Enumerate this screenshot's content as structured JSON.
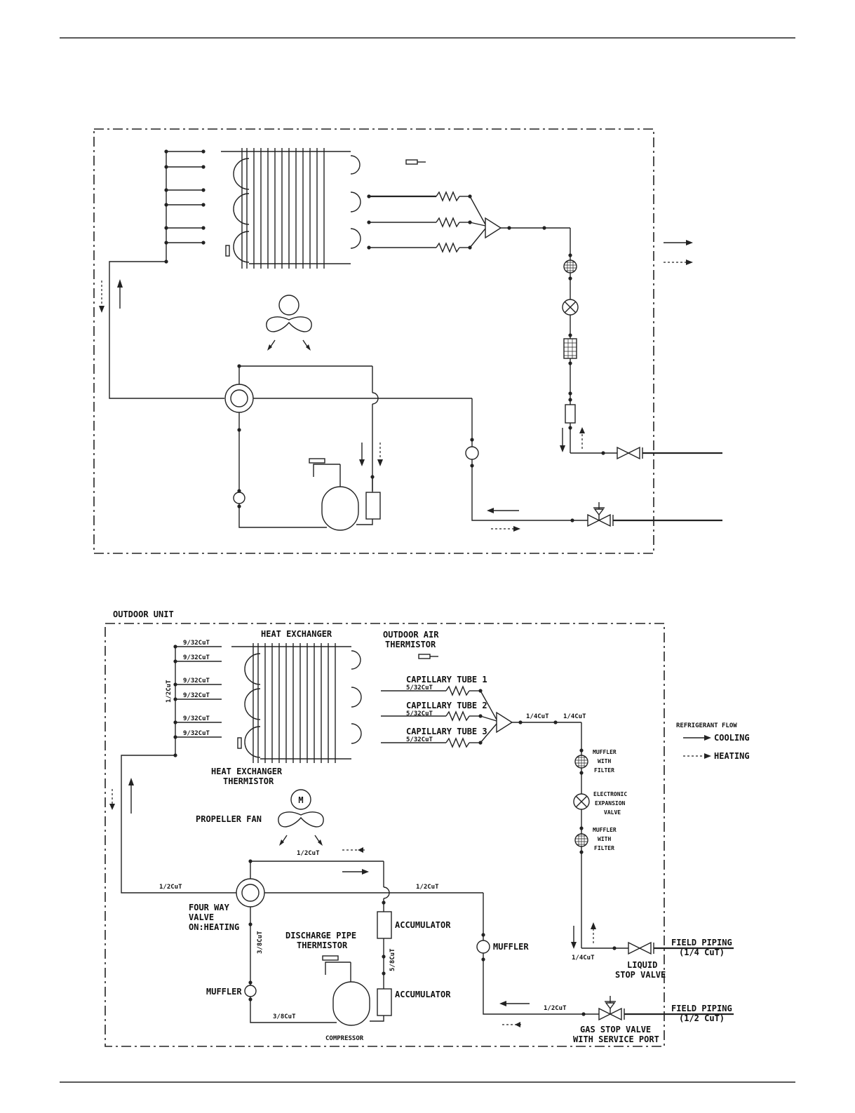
{
  "labels": {
    "outdoor_unit": "OUTDOOR UNIT",
    "heat_exchanger": "HEAT EXCHANGER",
    "outdoor_air_thermistor_1": "OUTDOOR AIR",
    "outdoor_air_thermistor_2": "THERMISTOR",
    "capillary_tube_1": "CAPILLARY TUBE 1",
    "capillary_tube_2": "CAPILLARY TUBE 2",
    "capillary_tube_3": "CAPILLARY TUBE 3",
    "heat_exchanger_thermistor_1": "HEAT EXCHANGER",
    "heat_exchanger_thermistor_2": "THERMISTOR",
    "propeller_fan": "PROPELLER FAN",
    "fan_motor": "M",
    "four_way_valve_1": "FOUR WAY",
    "four_way_valve_2": "VALVE",
    "four_way_valve_3": "ON:HEATING",
    "accumulator_1": "ACCUMULATOR",
    "accumulator_2": "ACCUMULATOR",
    "discharge_pipe_thermistor_1": "DISCHARGE PIPE",
    "discharge_pipe_thermistor_2": "THERMISTOR",
    "muffler_left": "MUFFLER",
    "muffler_right": "MUFFLER",
    "compressor": "COMPRESSOR",
    "muffler_filter_1a": "MUFFLER",
    "muffler_filter_1b": "WITH",
    "muffler_filter_1c": "FILTER",
    "eev_1": "ELECTRONIC",
    "eev_2": "EXPANSION",
    "eev_3": "VALVE",
    "muffler_filter_2a": "MUFFLER",
    "muffler_filter_2b": "WITH",
    "muffler_filter_2c": "FILTER",
    "refrigerant_flow": "REFRIGERANT FLOW",
    "cooling": "COOLING",
    "heating": "HEATING",
    "liquid_stop_valve_1": "LIQUID",
    "liquid_stop_valve_2": "STOP VALVE",
    "field_piping_1a": "FIELD PIPING",
    "field_piping_1b": "(1/4 CuT)",
    "field_piping_2a": "FIELD PIPING",
    "field_piping_2b": "(1/2 CuT)",
    "gas_stop_valve_1": "GAS STOP VALVE",
    "gas_stop_valve_2": "WITH SERVICE PORT"
  },
  "pipes": {
    "p932_1": "9/32CuT",
    "p932_2": "9/32CuT",
    "p932_3": "9/32CuT",
    "p932_4": "9/32CuT",
    "p932_5": "9/32CuT",
    "p932_6": "9/32CuT",
    "p12_header": "1/2CuT",
    "p532_1": "5/32CuT",
    "p532_2": "5/32CuT",
    "p532_3": "5/32CuT",
    "p14_a": "1/4CuT",
    "p14_b": "1/4CuT",
    "p12_top": "1/2CuT",
    "p12_left": "1/2CuT",
    "p12_right": "1/2CuT",
    "p38_vert": "3/8CuT",
    "p58_vert": "5/8CuT",
    "p38_bottom": "3/8CuT",
    "p14_bottom": "1/4CuT",
    "p12_bottom": "1/2CuT"
  }
}
